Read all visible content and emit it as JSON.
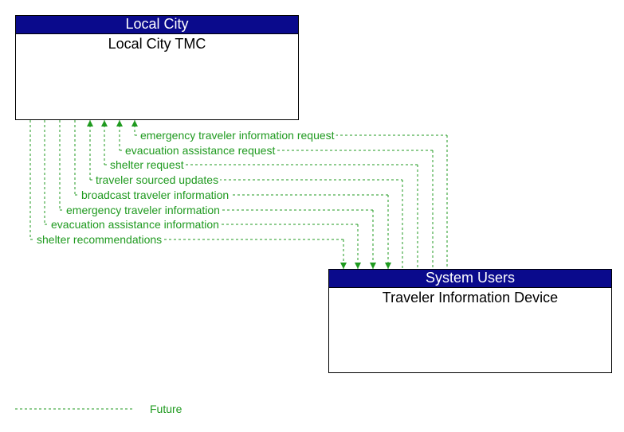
{
  "nodes": {
    "local": {
      "header": "Local City",
      "title": "Local City TMC"
    },
    "system": {
      "header": "System Users",
      "title": "Traveler Information Device"
    }
  },
  "flows": [
    {
      "label": "emergency traveler information request",
      "direction": "to-local"
    },
    {
      "label": "evacuation assistance request",
      "direction": "to-local"
    },
    {
      "label": "shelter request",
      "direction": "to-local"
    },
    {
      "label": "traveler sourced updates",
      "direction": "to-local"
    },
    {
      "label": "broadcast traveler information",
      "direction": "to-system"
    },
    {
      "label": "emergency traveler information",
      "direction": "to-system"
    },
    {
      "label": "evacuation assistance information",
      "direction": "to-system"
    },
    {
      "label": "shelter recommendations",
      "direction": "to-system"
    }
  ],
  "legend": {
    "label": "Future"
  },
  "colors": {
    "header_bg": "#0a0a8c",
    "flow": "#1f9a1f"
  }
}
